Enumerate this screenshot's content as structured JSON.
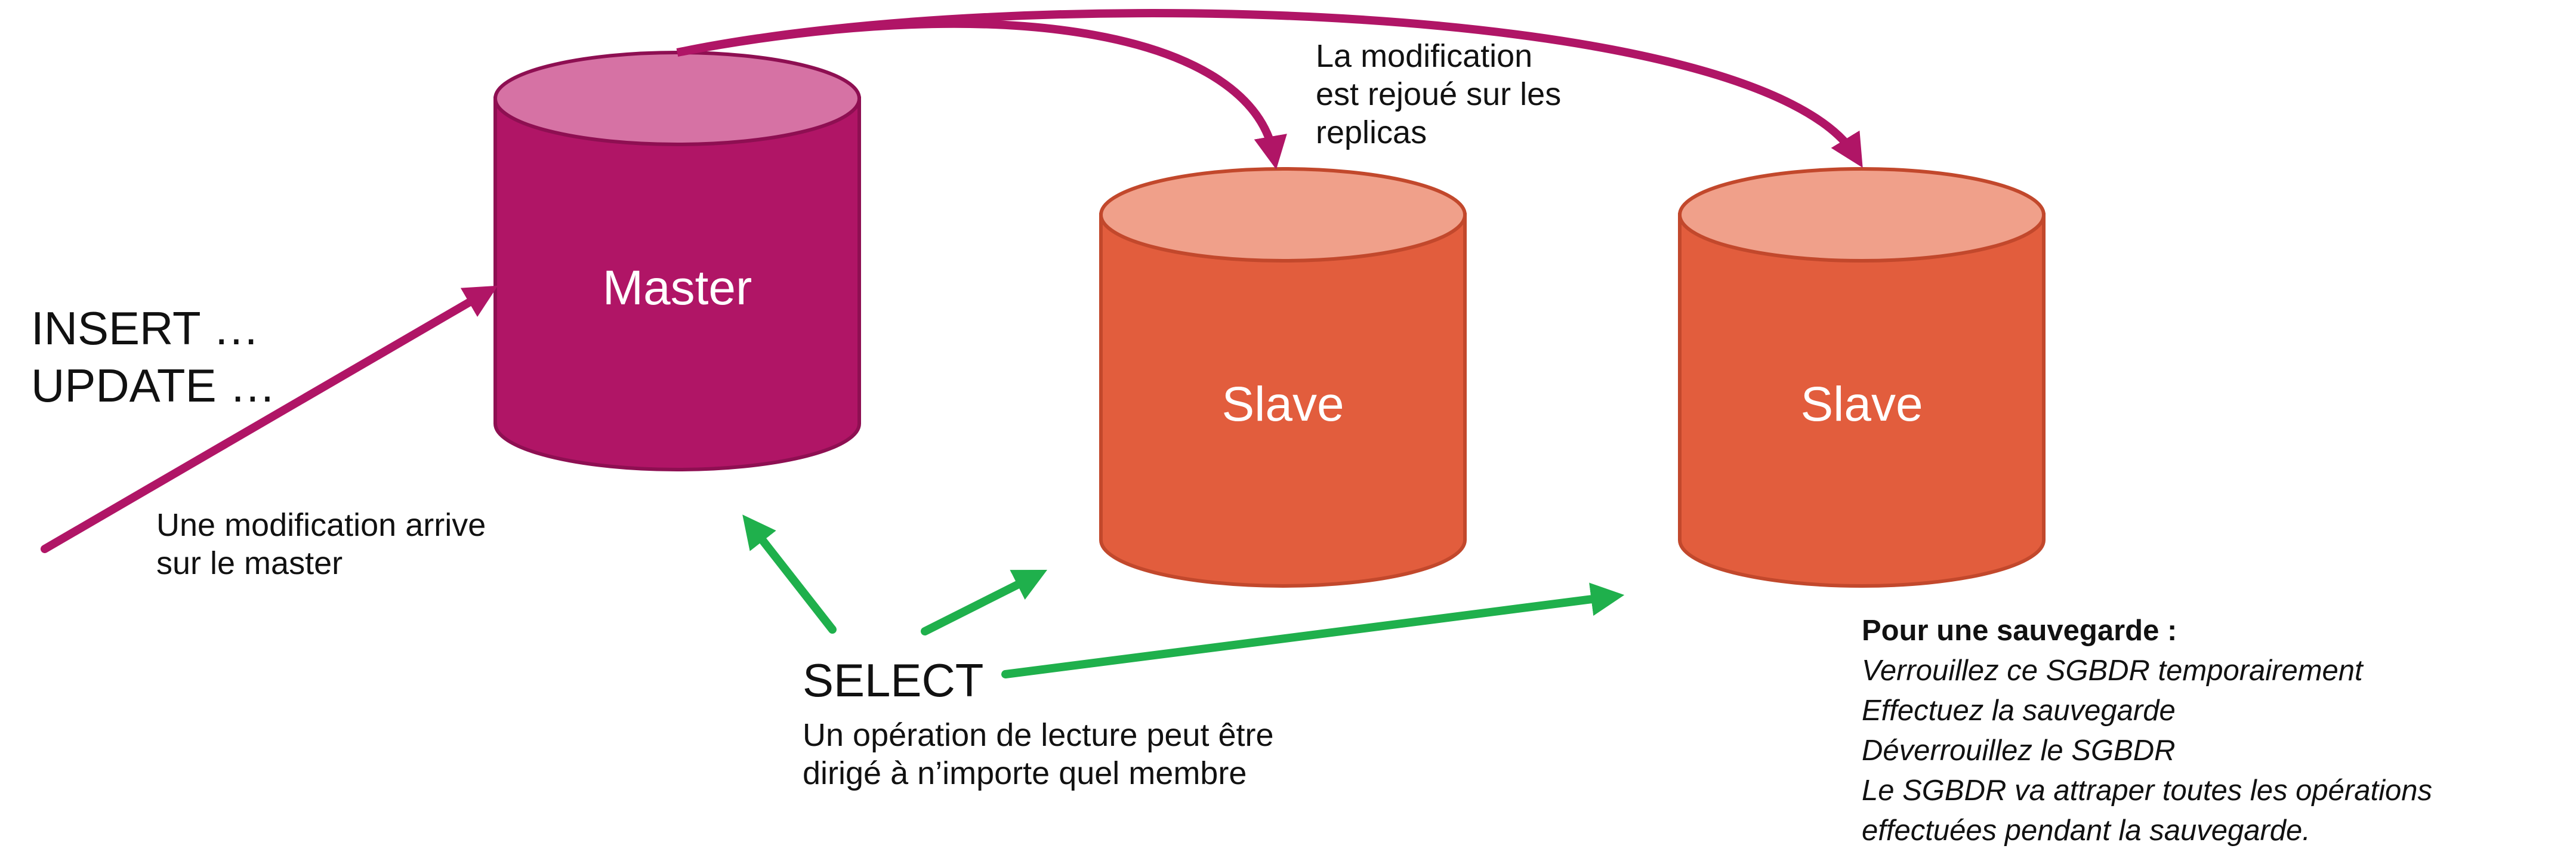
{
  "master": {
    "label": "Master"
  },
  "slaves": [
    {
      "label": "Slave"
    },
    {
      "label": "Slave"
    }
  ],
  "write": {
    "lines": [
      "INSERT …",
      "UPDATE …"
    ],
    "caption": [
      "Une modification arrive",
      "sur le master"
    ]
  },
  "replication": {
    "caption": [
      "La modification",
      "est rejoué sur les",
      "replicas"
    ]
  },
  "read": {
    "label": "SELECT",
    "caption": [
      "Un opération de lecture peut être",
      "dirigé à n’importe quel membre"
    ]
  },
  "backup": {
    "title": "Pour une sauvegarde :",
    "steps": [
      "Verrouillez ce SGBDR temporairement",
      "Effectuez la sauvegarde",
      "Déverrouillez le SGBDR",
      "Le SGBDR va attraper toutes les opérations",
      "effectuées pendant la sauvegarde."
    ]
  },
  "colors": {
    "master_body": "#b01566",
    "master_top": "#d672a4",
    "slave_body": "#e25d3d",
    "slave_top": "#f0a08a",
    "write_arrow": "#b01566",
    "read_arrow": "#1fb04c"
  }
}
